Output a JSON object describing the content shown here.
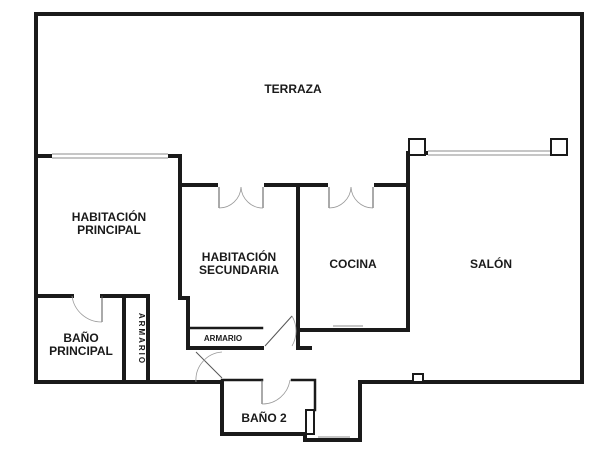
{
  "rooms": {
    "terraza": {
      "label": "TERRAZA"
    },
    "habitacion_principal": {
      "line1": "HABITACIÓN",
      "line2": "PRINCIPAL"
    },
    "habitacion_secundaria": {
      "line1": "HABITACIÓN",
      "line2": "SECUNDARIA"
    },
    "cocina": {
      "label": "COCINA"
    },
    "salon": {
      "label": "SALÓN"
    },
    "bano_principal": {
      "line1": "BAÑO",
      "line2": "PRINCIPAL"
    },
    "bano_2": {
      "label": "BAÑO 2"
    },
    "armario_horizontal": {
      "label": "ARMARIO"
    },
    "armario_vertical": {
      "label": "ARMARIO"
    }
  },
  "colors": {
    "wall": "#1a1a1a",
    "window": "#8c8c8c",
    "background": "#ffffff"
  }
}
